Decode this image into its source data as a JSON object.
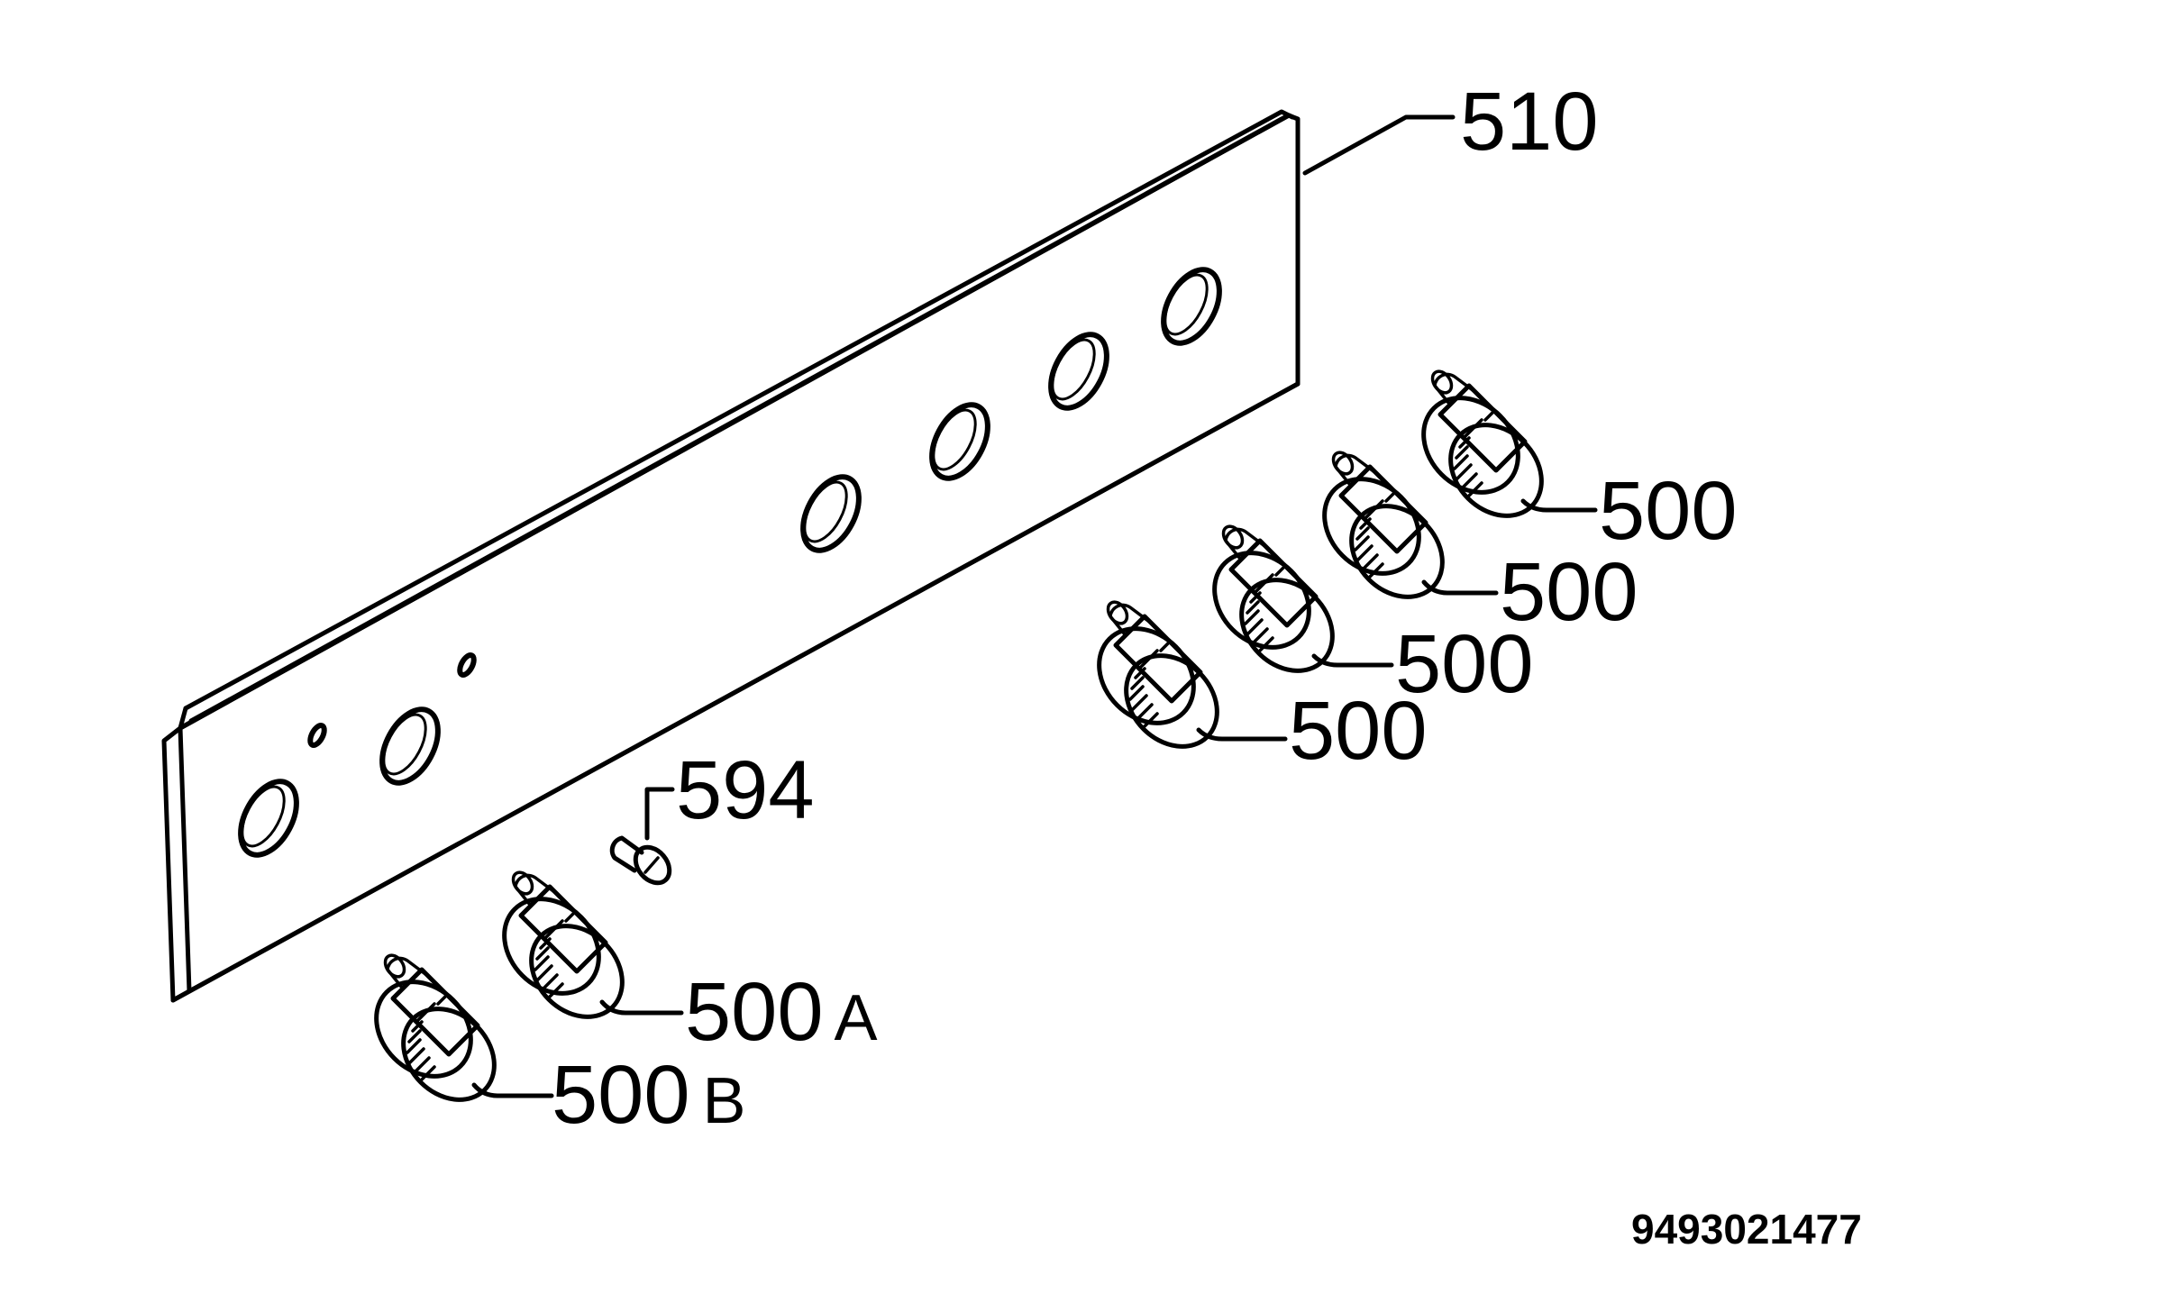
{
  "parts": {
    "control_panel": {
      "number": "510"
    },
    "knobs_right": [
      {
        "number": "500"
      },
      {
        "number": "500"
      },
      {
        "number": "500"
      },
      {
        "number": "500"
      }
    ],
    "screw": {
      "number": "594"
    },
    "knob_a": {
      "number": "500",
      "suffix": "A"
    },
    "knob_b": {
      "number": "500",
      "suffix": "B"
    }
  },
  "drawing_number": "9493021477"
}
